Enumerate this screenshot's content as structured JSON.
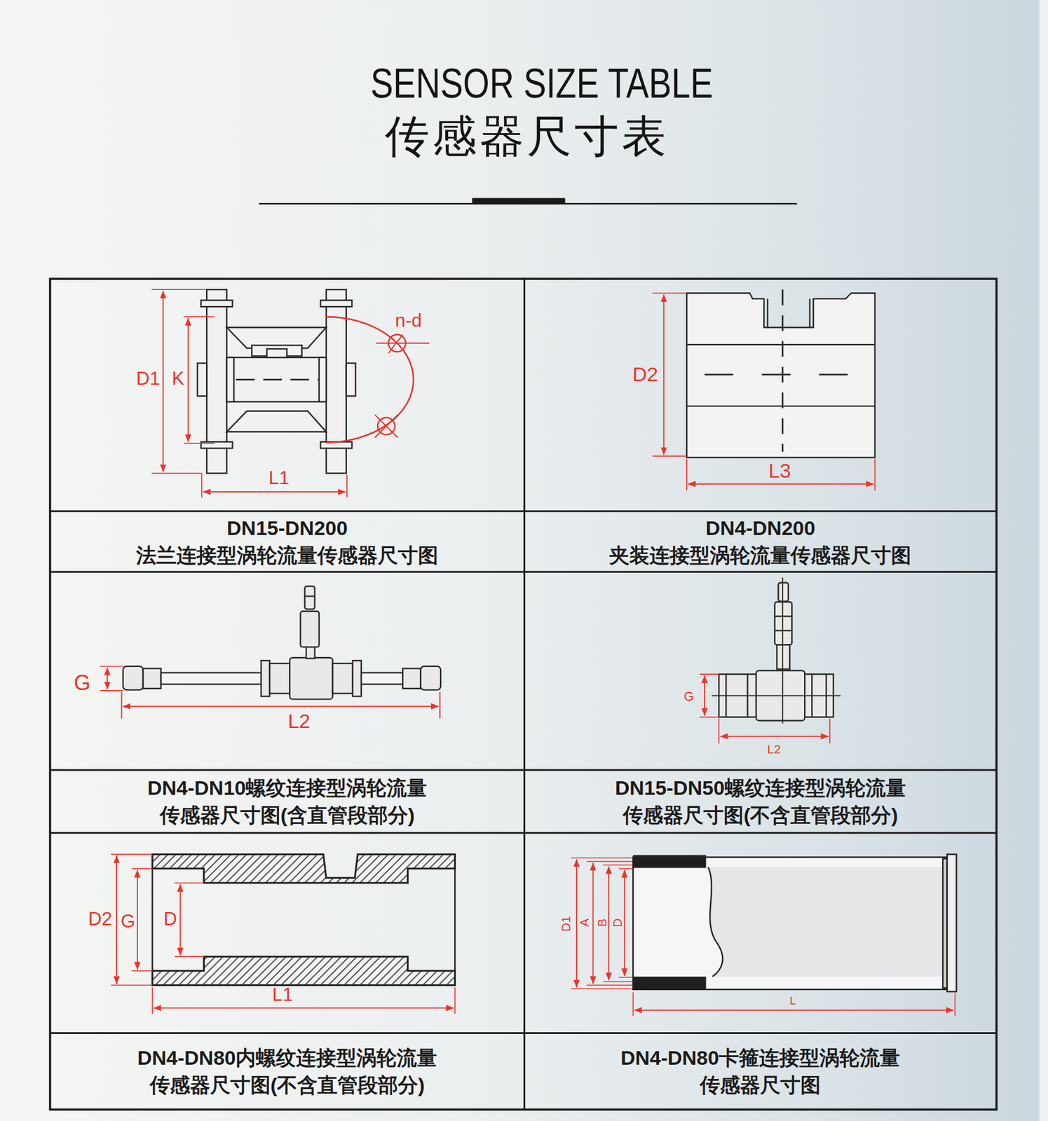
{
  "diagram": {
    "title": "SENSOR SIZE TABLE",
    "nodes": [
      {
        "text": [
          "DN15-DN200",
          "法兰连接型涡轮流量传感器尺寸图"
        ]
      },
      {
        "text": [
          "DN4-DN200",
          "夹装连接型涡轮流量传感器尺寸图"
        ]
      },
      {
        "text": [
          "DN4-DN10螺纹连接型涡轮流量 传感器尺寸图(含直管段部分)"
        ]
      },
      {
        "text": [
          "DN15-DN50螺纹连接型涡轮流量 传感器尺寸图(不含直管段部分)"
        ]
      },
      {
        "text": [
          "DN4-DN80内螺纹连接型涡轮流量 传感器尺寸图(不含直管段部分)"
        ]
      },
      {
        "text": [
          "DN4-DN80卡箍连接型涡轮流量 传感器尺寸图"
        ]
      }
    ],
    "labels": [
      "传感器尺寸表",
      "D1",
      "K",
      "n-d",
      "L1",
      "D2",
      "L3",
      "G",
      "L2",
      "G",
      "L2",
      "D2",
      "G",
      "D",
      "L1",
      "D1",
      "A",
      "B",
      "D",
      "L"
    ]
  }
}
